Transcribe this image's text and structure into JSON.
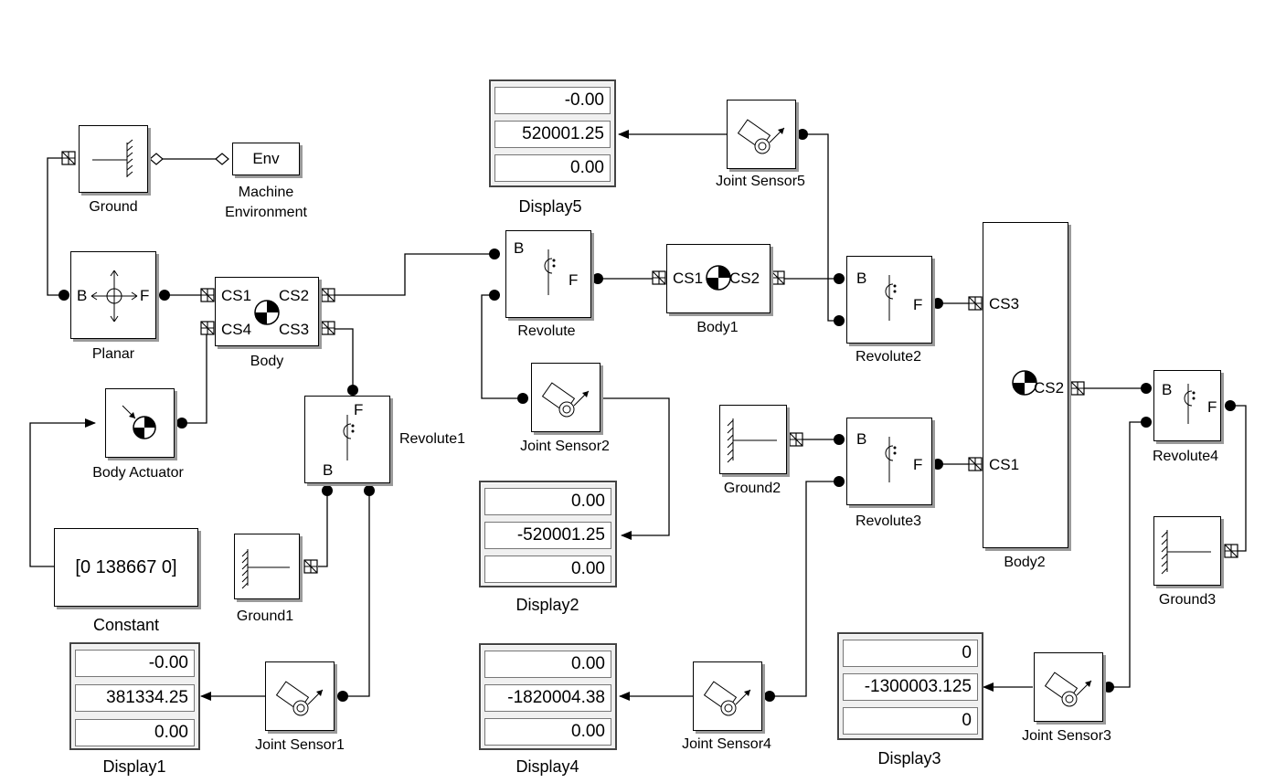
{
  "blocks": {
    "ground": "Ground",
    "env": "Env",
    "machine_env_line1": "Machine",
    "machine_env_line2": "Environment",
    "planar": "Planar",
    "body": "Body",
    "body_actuator": "Body Actuator",
    "constant": "Constant",
    "constant_value": "[0 138667 0]",
    "ground1": "Ground1",
    "revolute1": "Revolute1",
    "revolute": "Revolute",
    "joint_sensor2": "Joint Sensor2",
    "body1": "Body1",
    "joint_sensor5": "Joint Sensor5",
    "revolute2": "Revolute2",
    "ground2": "Ground2",
    "revolute3": "Revolute3",
    "body2": "Body2",
    "revolute4": "Revolute4",
    "ground3": "Ground3",
    "joint_sensor1": "Joint Sensor1",
    "joint_sensor4": "Joint Sensor4",
    "joint_sensor3": "Joint Sensor3"
  },
  "ports": {
    "B": "B",
    "F": "F",
    "CS1": "CS1",
    "CS2": "CS2",
    "CS3": "CS3",
    "CS4": "CS4"
  },
  "displays": {
    "display1": {
      "label": "Display1",
      "values": [
        "-0.00",
        "381334.25",
        "0.00"
      ]
    },
    "display2": {
      "label": "Display2",
      "values": [
        "0.00",
        "-520001.25",
        "0.00"
      ]
    },
    "display3": {
      "label": "Display3",
      "values": [
        "0",
        "-1300003.125",
        "0"
      ]
    },
    "display4": {
      "label": "Display4",
      "values": [
        "0.00",
        "-1820004.38",
        "0.00"
      ]
    },
    "display5": {
      "label": "Display5",
      "values": [
        "-0.00",
        "520001.25",
        "0.00"
      ]
    }
  },
  "colors": {
    "wire": "#000000",
    "block_shadow": "#9a9a9a",
    "display_bg": "#f0f0f0"
  }
}
